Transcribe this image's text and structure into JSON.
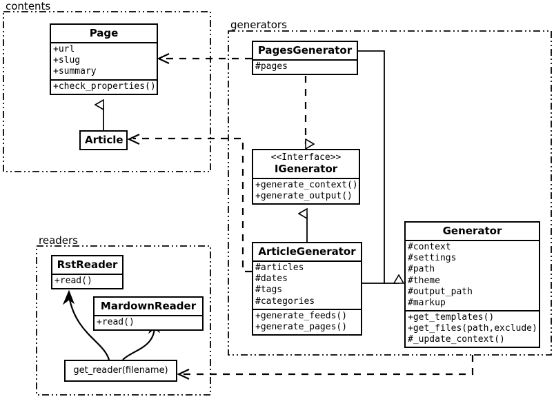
{
  "diagram": {
    "title": "UML class diagram",
    "type": "uml-class-diagram",
    "stroke_color": "#000000",
    "background_color": "#ffffff"
  },
  "packages": [
    {
      "id": "contents",
      "label": "contents",
      "border_style": "dash-dot-dot"
    },
    {
      "id": "generators",
      "label": "generators",
      "border_style": "dash-dot-dot"
    },
    {
      "id": "readers",
      "label": "readers",
      "border_style": "dash-dot-dot"
    }
  ],
  "classes": {
    "page": {
      "name": "Page",
      "attributes": [
        "+url",
        "+slug",
        "+summary"
      ],
      "operations": [
        "+check_properties()"
      ]
    },
    "article": {
      "name": "Article",
      "attributes": [],
      "operations": []
    },
    "pages_generator": {
      "name": "PagesGenerator",
      "attributes": [
        "#pages"
      ],
      "operations": []
    },
    "igenerator": {
      "stereotype": "<<Interface>>",
      "name": "IGenerator",
      "attributes": [],
      "operations": [
        "+generate_context()",
        "+generate_output()"
      ]
    },
    "article_generator": {
      "name": "ArticleGenerator",
      "attributes": [
        "#articles",
        "#dates",
        "#tags",
        "#categories"
      ],
      "operations": [
        "+generate_feeds()",
        "+generate_pages()"
      ]
    },
    "generator": {
      "name": "Generator",
      "attributes": [
        "#context",
        "#settings",
        "#path",
        "#theme",
        "#output_path",
        "#markup"
      ],
      "operations": [
        "+get_templates()",
        "+get_files(path,exclude)",
        "#_update_context()"
      ]
    },
    "rst_reader": {
      "name": "RstReader",
      "attributes": [],
      "operations": [
        "+read()"
      ]
    },
    "mardown_reader": {
      "name": "MardownReader",
      "attributes": [],
      "operations": [
        "+read()"
      ]
    },
    "get_reader": {
      "name": "get_reader(filename)",
      "attributes": [],
      "operations": []
    }
  },
  "relationships": [
    {
      "from": "Article",
      "to": "Page",
      "type": "generalization",
      "notation": "hollow-triangle-solid-line"
    },
    {
      "from": "PagesGenerator",
      "to": "IGenerator",
      "type": "realization",
      "notation": "hollow-triangle-dashed-line"
    },
    {
      "from": "ArticleGenerator",
      "to": "IGenerator",
      "type": "generalization",
      "notation": "hollow-triangle-solid-line"
    },
    {
      "from": "PagesGenerator",
      "to": "Generator",
      "type": "generalization",
      "notation": "hollow-triangle-solid-line"
    },
    {
      "from": "ArticleGenerator",
      "to": "Generator",
      "type": "generalization",
      "notation": "hollow-triangle-solid-line"
    },
    {
      "from": "PagesGenerator",
      "to": "Page",
      "type": "dependency",
      "notation": "open-arrow-dashed-line"
    },
    {
      "from": "ArticleGenerator",
      "to": "Article",
      "type": "dependency",
      "notation": "open-arrow-dashed-line"
    },
    {
      "from": "Generator",
      "to": "get_reader",
      "type": "dependency",
      "notation": "open-arrow-dashed-line"
    },
    {
      "from": "get_reader",
      "to": "RstReader",
      "type": "curved-arrow",
      "notation": "curved-solid-arrow"
    },
    {
      "from": "get_reader",
      "to": "MardownReader",
      "type": "curved-arrow",
      "notation": "curved-solid-arrow"
    }
  ]
}
